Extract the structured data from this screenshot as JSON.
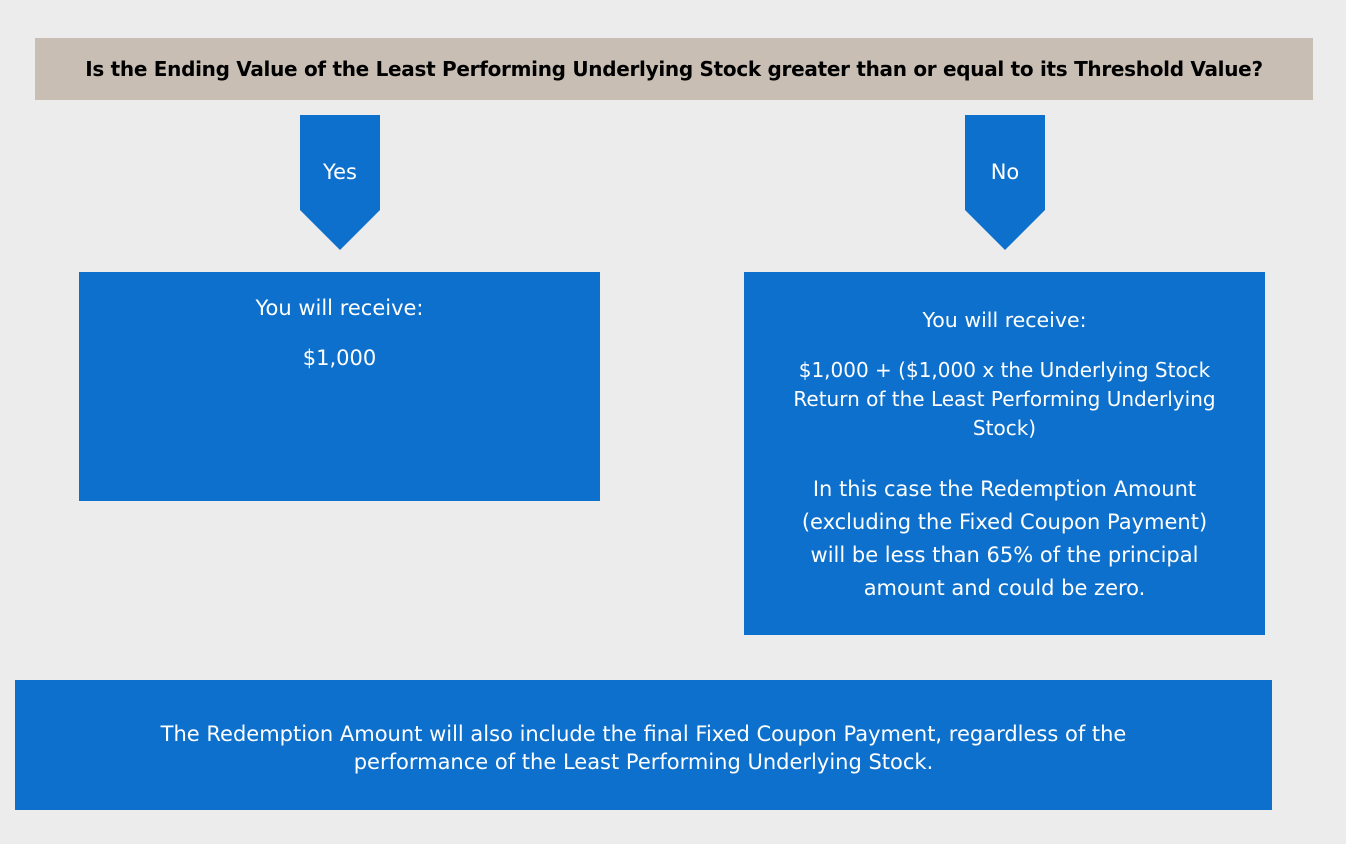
{
  "question": "Is the Ending Value of the Least Performing Underlying Stock greater than or equal to its Threshold Value?",
  "branches": {
    "yes": {
      "label": "Yes",
      "heading": "You will receive:",
      "amount": "$1,000"
    },
    "no": {
      "label": "No",
      "heading": "You will receive:",
      "formula": "$1,000 + ($1,000 x the Underlying Stock Return of the Least Performing Underlying Stock)",
      "note": "In this case the Redemption Amount (excluding the Fixed Coupon Payment) will be less than 65% of the principal amount and could be zero."
    }
  },
  "footer": "The Redemption Amount will also include the final Fixed Coupon Payment, regardless of the performance of the Least Performing Underlying Stock.",
  "colors": {
    "background": "#ececec",
    "question_bar": "#c8beb3",
    "box_blue": "#0d70cc",
    "text_light": "#ffffff",
    "text_dark": "#000000"
  }
}
